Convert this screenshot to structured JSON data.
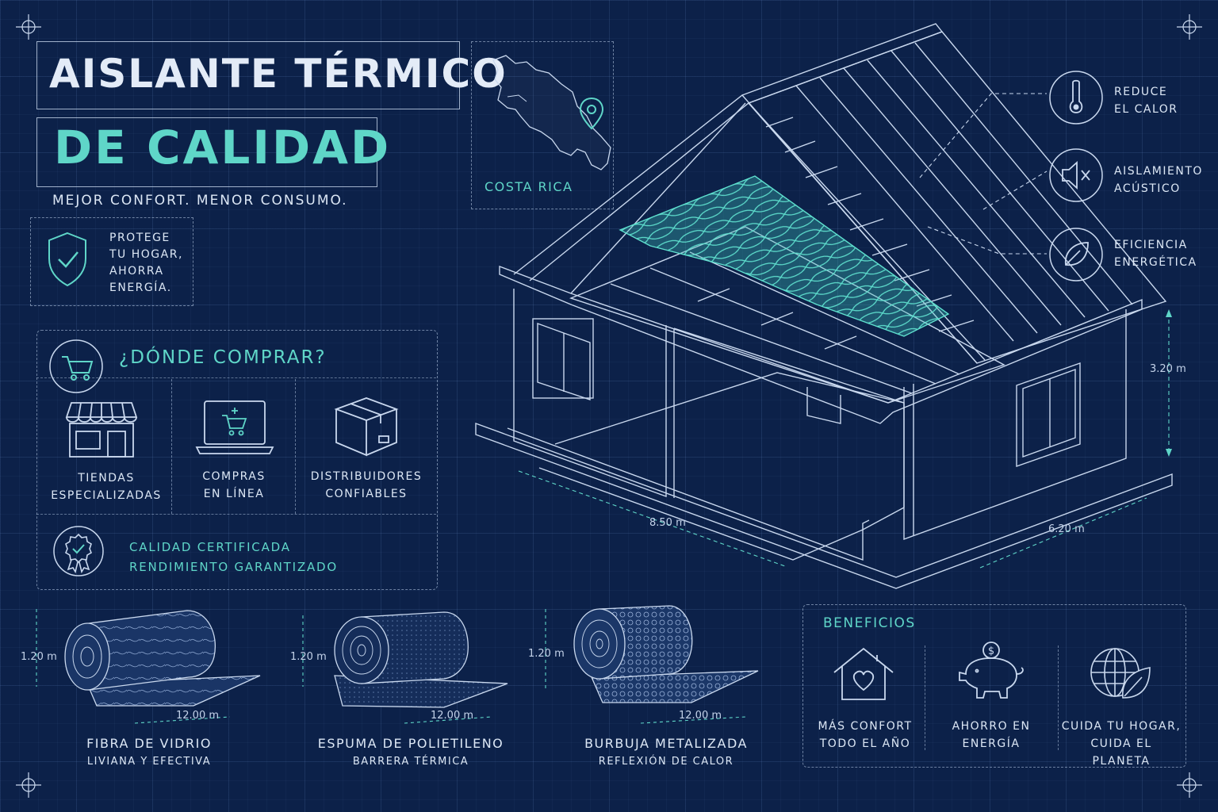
{
  "header": {
    "title_line1": "AISLANTE TÉRMICO",
    "title_line2": "DE CALIDAD",
    "tagline": "MEJOR CONFORT. MENOR CONSUMO."
  },
  "map": {
    "label": "COSTA RICA"
  },
  "protect": {
    "lines": [
      "PROTEGE",
      "TU HOGAR,",
      "AHORRA",
      "ENERGÍA."
    ]
  },
  "where": {
    "title": "¿DÓNDE COMPRAR?",
    "items": [
      {
        "line1": "TIENDAS",
        "line2": "ESPECIALIZADAS",
        "icon": "store-icon"
      },
      {
        "line1": "COMPRAS",
        "line2": "EN LÍNEA",
        "icon": "laptop-cart-icon"
      },
      {
        "line1": "DISTRIBUIDORES",
        "line2": "CONFIABLES",
        "icon": "box-icon"
      }
    ],
    "quality_line1": "CALIDAD CERTIFICADA",
    "quality_line2": "RENDIMIENTO GARANTIZADO"
  },
  "features": [
    {
      "line1": "REDUCE",
      "line2": "EL CALOR",
      "icon": "thermometer-icon"
    },
    {
      "line1": "AISLAMIENTO",
      "line2": "ACÚSTICO",
      "icon": "speaker-mute-icon"
    },
    {
      "line1": "EFICIENCIA",
      "line2": "ENERGÉTICA",
      "icon": "leaf-icon"
    }
  ],
  "house_dims": {
    "height": "3.20 m",
    "length": "8.50 m",
    "width": "6.20 m"
  },
  "rolls": [
    {
      "name": "FIBRA DE VIDRIO",
      "subtitle": "LIVIANA Y EFECTIVA",
      "height": "1.20 m",
      "length": "12.00 m"
    },
    {
      "name": "ESPUMA DE POLIETILENO",
      "subtitle": "BARRERA TÉRMICA",
      "height": "1.20 m",
      "length": "12.00 m"
    },
    {
      "name": "BURBUJA METALIZADA",
      "subtitle": "REFLEXIÓN DE CALOR",
      "height": "1.20 m",
      "length": "12.00 m"
    }
  ],
  "benefits": {
    "title": "BENEFICIOS",
    "items": [
      {
        "line1": "MÁS CONFORT",
        "line2": "TODO EL AÑO",
        "icon": "house-heart-icon"
      },
      {
        "line1": "AHORRO EN",
        "line2": "ENERGÍA",
        "icon": "piggy-bank-icon"
      },
      {
        "line1": "CUIDA TU HOGAR,",
        "line2": "CUIDA EL PLANETA",
        "icon": "globe-leaf-icon"
      }
    ]
  },
  "colors": {
    "background": "#0c2149",
    "accent": "#5fd6c8",
    "line": "#c9d8ee"
  }
}
